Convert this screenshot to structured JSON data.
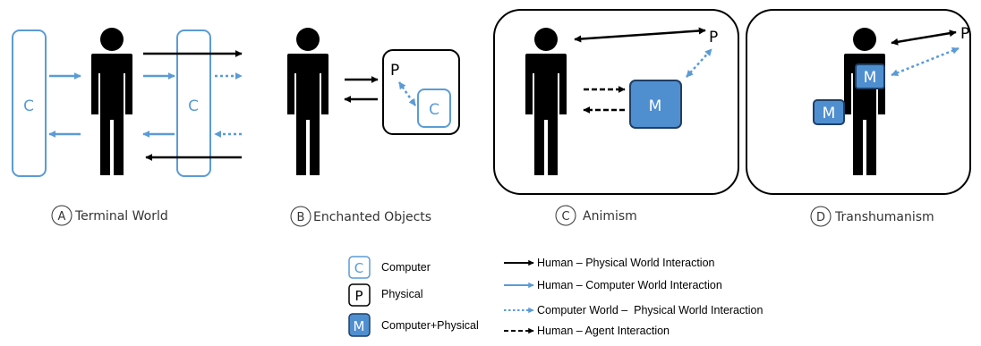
{
  "colors": {
    "black": "#000000",
    "blue": "#5b9bd5",
    "blue_fill": "#4f8fd0"
  },
  "glyphs": {
    "computer": "C",
    "physical": "P",
    "mixed": "M"
  },
  "panels": {
    "a": {
      "letter": "A",
      "caption": "Terminal World"
    },
    "b": {
      "letter": "B",
      "caption": "Enchanted Objects"
    },
    "c": {
      "letter": "C",
      "caption": "Animism"
    },
    "d": {
      "letter": "D",
      "caption": "Transhumanism"
    }
  },
  "legend": {
    "boxes": [
      {
        "glyph": "C",
        "label": "Computer"
      },
      {
        "glyph": "P",
        "label": "Physical"
      },
      {
        "glyph": "M",
        "label": "Computer+Physical"
      }
    ],
    "arrows": [
      {
        "style": "solid-black",
        "label": "Human – Physical World Interaction"
      },
      {
        "style": "solid-blue",
        "label": "Human – Computer World Interaction"
      },
      {
        "style": "dotted-blue",
        "label": "Computer World –  Physical World Interaction"
      },
      {
        "style": "dashed-black",
        "label": "Human – Agent Interaction"
      }
    ]
  }
}
